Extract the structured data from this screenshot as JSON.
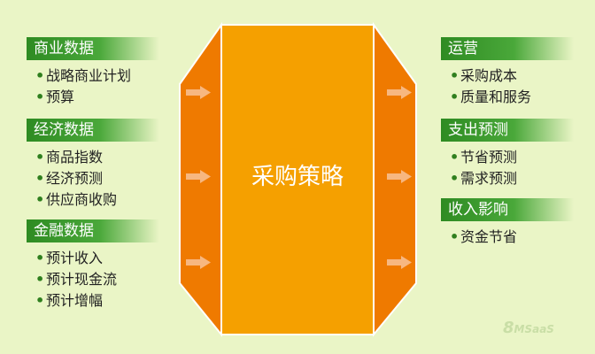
{
  "center": {
    "label": "采购策略"
  },
  "left_panels": [
    {
      "heading": "商业数据",
      "items": [
        "战略商业计划",
        "预算"
      ]
    },
    {
      "heading": "经济数据",
      "items": [
        "商品指数",
        "经济预测",
        "供应商收购"
      ]
    },
    {
      "heading": "金融数据",
      "items": [
        "预计收入",
        "预计现金流",
        "预计增幅"
      ]
    }
  ],
  "right_panels": [
    {
      "heading": "运营",
      "items": [
        "采购成本",
        "质量和服务"
      ]
    },
    {
      "heading": "支出预测",
      "items": [
        "节省预测",
        "需求预测"
      ]
    },
    {
      "heading": "收入影响",
      "items": [
        "资金节省"
      ]
    }
  ],
  "watermark": {
    "main": "8",
    "sub": "MSaaS"
  },
  "colors": {
    "background": "#eaf5c6",
    "heading_green": "#2e8b22",
    "center_orange": "#f5a000",
    "side_orange": "#ef7a00",
    "arrow_light": "#f7b780"
  }
}
